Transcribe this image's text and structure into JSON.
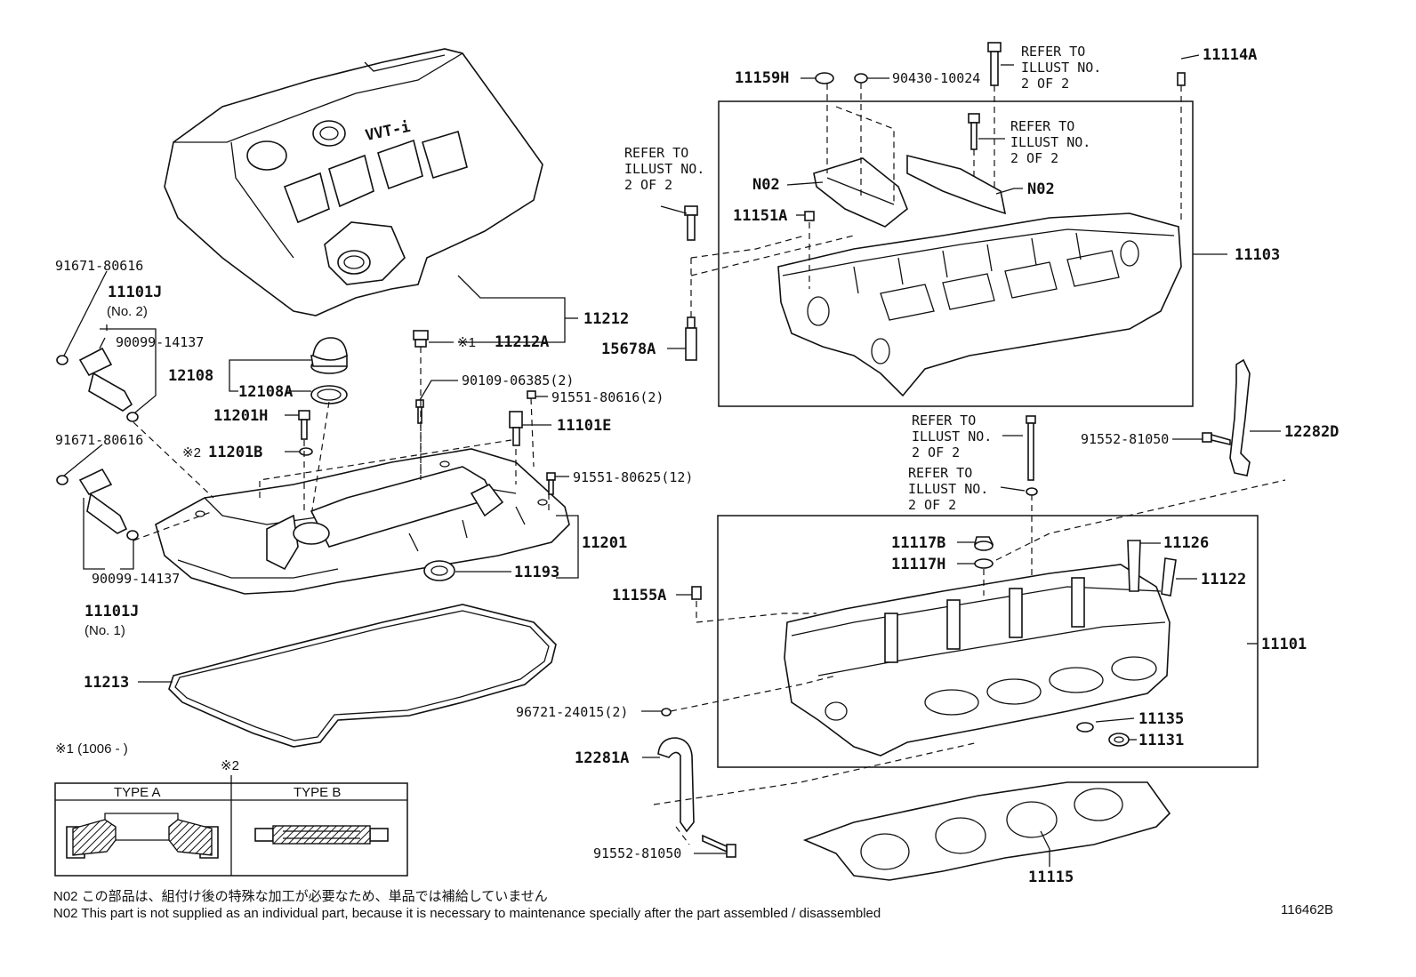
{
  "labels": {
    "p91671_80616_top": "91671-80616",
    "p11101J_top": "11101J",
    "p11101J_top_sub": "(No. 2)",
    "p90099_14137_top": "90099-14137",
    "p91671_80616_bot": "91671-80616",
    "p90099_14137_bot": "90099-14137",
    "p11101J_bot": "11101J",
    "p11101J_bot_sub": "(No. 1)",
    "p11212": "11212",
    "p11212A": "11212A",
    "mark1": "※1",
    "p12108": "12108",
    "p12108A": "12108A",
    "p11201H": "11201H",
    "mark2": "※2",
    "p11201B": "11201B",
    "p90109_06385": "90109-06385(2)",
    "p91551_80616": "91551-80616(2)",
    "p11101E": "11101E",
    "p91551_80625": "91551-80625(12)",
    "p11201": "11201",
    "p11193": "11193",
    "p11213": "11213",
    "p11159H": "11159H",
    "p90430_10024": "90430-10024",
    "p11114A": "11114A",
    "p11103": "11103",
    "p11151A": "11151A",
    "n02_left": "N02",
    "n02_right": "N02",
    "p15678A": "15678A",
    "p91552_81050_right": "91552-81050",
    "p12282D": "12282D",
    "p11117B": "11117B",
    "p11117H": "11117H",
    "p11126": "11126",
    "p11122": "11122",
    "p11155A": "11155A",
    "p11101": "11101",
    "p96721_24015": "96721-24015(2)",
    "p11135": "11135",
    "p11131": "11131",
    "p12281A": "12281A",
    "p91552_81050_bottom": "91552-81050",
    "p11115": "11115"
  },
  "refers": {
    "r1": [
      "REFER TO",
      "ILLUST NO.",
      "2 OF 2"
    ],
    "r2": [
      "REFER TO",
      "ILLUST NO.",
      "2 OF 2"
    ],
    "r3": [
      "REFER TO",
      "ILLUST NO.",
      "2 OF 2"
    ],
    "r4": [
      "REFER TO",
      "ILLUST NO.",
      "2 OF 2"
    ],
    "r5": [
      "REFER TO",
      "ILLUST NO.",
      "2 OF 2"
    ]
  },
  "legend": {
    "note1": "※1 (1006 -        )",
    "mark2": "※2",
    "type_a": "TYPE A",
    "type_b": "TYPE B"
  },
  "footer": {
    "note_jp": "N02  この部品は、組付け後の特殊な加工が必要なため、単品では補給していません",
    "note_en": "N02  This part is not supplied as an individual part, because it is necessary to maintenance specially after the part assembled / disassembled",
    "diagram_id": "116462B"
  }
}
